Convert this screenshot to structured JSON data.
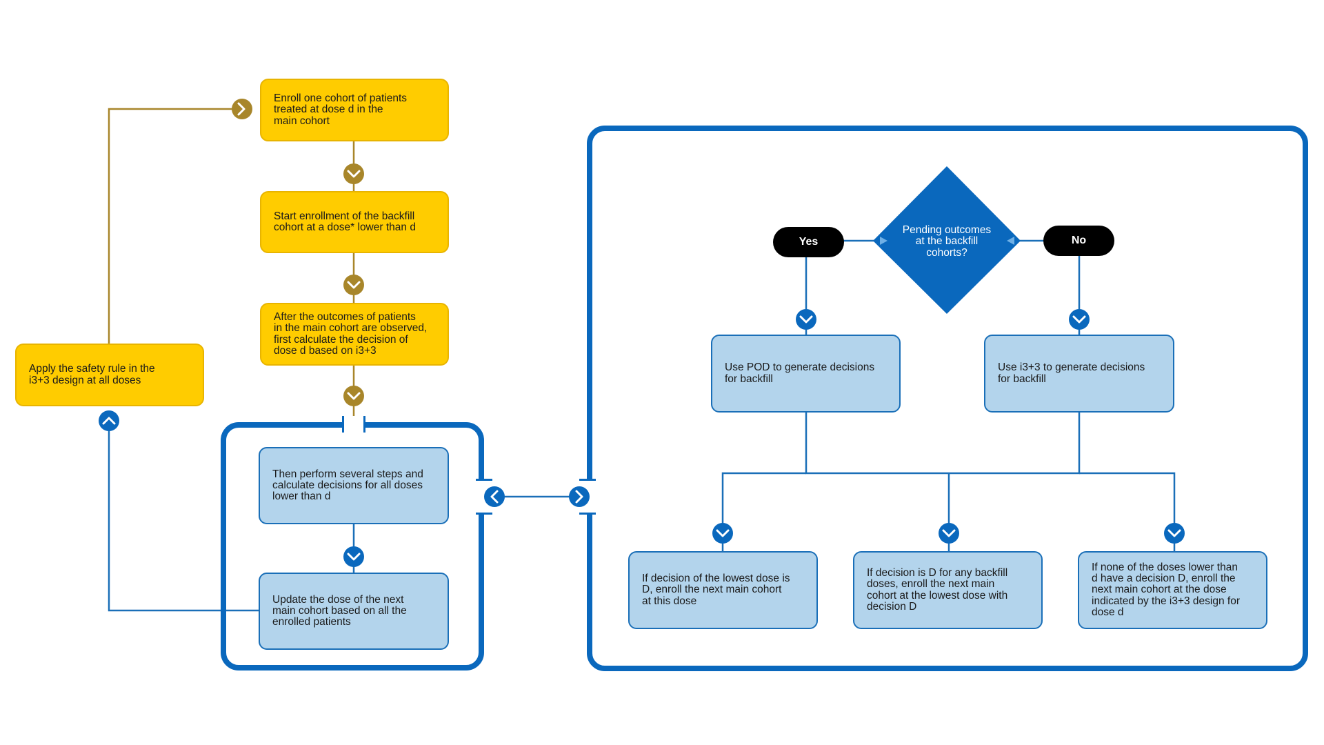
{
  "left_flow": {
    "enroll_main": "Enroll one cohort of patients\ntreated at dose d in the\nmain cohort",
    "start_backfill": "Start enrollment of the backfill\ncohort at a dose* lower than d",
    "after_outcomes": "After the outcomes of patients\nin the main cohort are observed,\nfirst calculate the decision of\ndose d based on i3+3",
    "safety_rule": "Apply the safety rule in the\ni3+3 design at all doses",
    "perform_steps": "Then perform several steps and\ncalculate decisions for all doses\nlower than d",
    "update_dose": "Update the dose of the next\nmain cohort based on all the\nenrolled patients"
  },
  "right_flow": {
    "question": "Pending outcomes\nat the backfill\ncohorts?",
    "yes_label": "Yes",
    "no_label": "No",
    "use_pod": "Use POD to generate decisions\nfor backfill",
    "use_i3": "Use i3+3 to generate decisions\nfor backfill",
    "outcome_lowest": "If decision of the lowest dose is\nD, enroll the next main cohort\nat this dose",
    "outcome_any_d": "If decision is D for any backfill\ndoses, enroll the next main\ncohort at the lowest dose with\ndecision D",
    "outcome_none": "If none of the doses lower than\nd have a decision D, enroll the\nnext main cohort at the dose\nindicated by the i3+3 design for\ndose d"
  },
  "colors": {
    "yellow_fill": "#ffcc00",
    "gold_connector": "#a8862a",
    "blue_fill": "#b3d4ec",
    "blue_frame": "#0a68bd",
    "diamond": "#0a68bd"
  }
}
